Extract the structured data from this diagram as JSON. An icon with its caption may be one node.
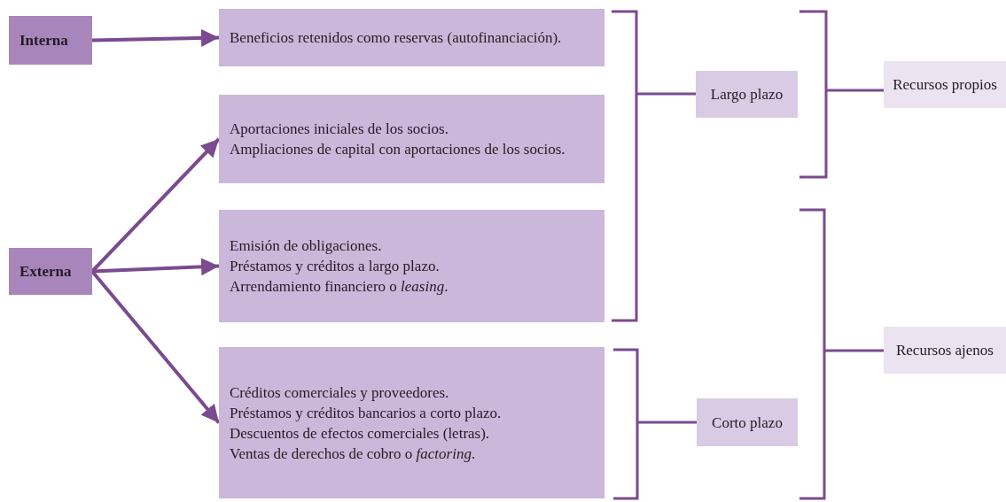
{
  "diagram": {
    "nodes": [
      {
        "text": [
          "Interna"
        ]
      },
      {
        "text": [
          "Externa"
        ]
      },
      {
        "text": [
          "Beneficios retenidos como reservas (autofinanciación)."
        ]
      },
      {
        "text": [
          "Aportaciones iniciales de los socios.",
          "Ampliaciones de capital con aportaciones de los socios."
        ]
      },
      {
        "text": [
          "Emisión de obligaciones.",
          "Préstamos y créditos a largo plazo.",
          "Arrendamiento financiero o *leasing*."
        ]
      },
      {
        "text": [
          "Créditos comerciales y proveedores.",
          "Préstamos y créditos bancarios a corto plazo.",
          "Descuentos de efectos comerciales (letras).",
          "Ventas de derechos de cobro o *factoring*."
        ]
      },
      {
        "text": [
          "Largo plazo"
        ]
      },
      {
        "text": [
          "Corto plazo"
        ]
      },
      {
        "text": [
          "Recursos propios"
        ]
      },
      {
        "text": [
          "Recursos ajenos"
        ]
      }
    ],
    "edges": [
      {
        "from": 0,
        "to": 2,
        "arrow": "to"
      },
      {
        "from": 1,
        "to": 3,
        "arrow": "to"
      },
      {
        "from": 1,
        "to": 4,
        "arrow": "to"
      },
      {
        "from": 1,
        "to": 5,
        "arrow": "to"
      }
    ]
  }
}
